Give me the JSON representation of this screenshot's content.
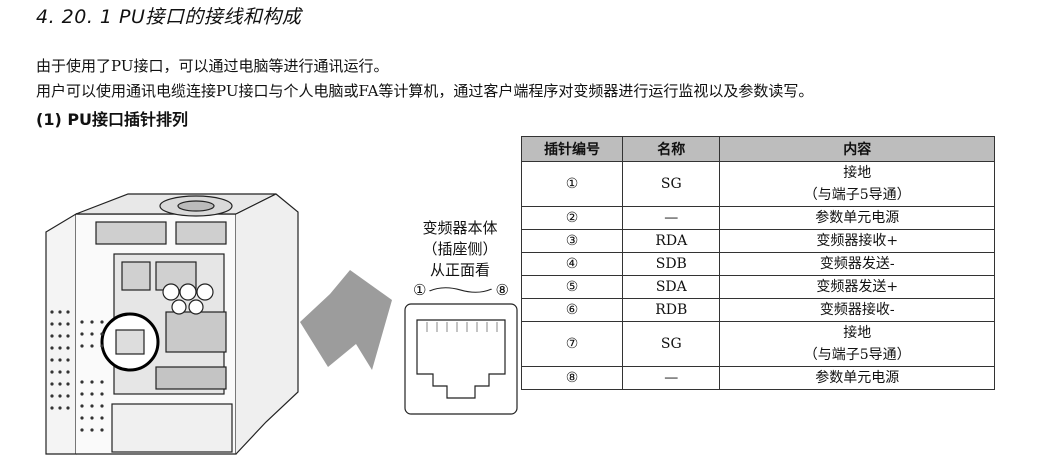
{
  "section": {
    "title": "4. 20. 1  PU接口的接线和构成"
  },
  "paragraphs": [
    "由于使用了PU接口，可以通过电脑等进行通讯运行。",
    "用户可以使用通讯电缆连接PU接口与个人电脑或FA等计算机，通过客户端程序对变频器进行运行监视以及参数读写。"
  ],
  "subheading": "(1)  PU接口插针排列",
  "figure": {
    "caption_lines": [
      "变频器本体",
      "（插座侧）",
      "从正面看"
    ],
    "pin_start": "①",
    "pin_end": "⑧"
  },
  "table": {
    "headers": [
      "插针编号",
      "名称",
      "内容"
    ],
    "rows": [
      {
        "num": "①",
        "name": "SG",
        "desc": [
          "接地",
          "（与端子5导通）"
        ]
      },
      {
        "num": "②",
        "name": "—",
        "desc": [
          "参数单元电源"
        ]
      },
      {
        "num": "③",
        "name": "RDA",
        "desc": [
          "变频器接收+"
        ]
      },
      {
        "num": "④",
        "name": "SDB",
        "desc": [
          "变频器发送-"
        ]
      },
      {
        "num": "⑤",
        "name": "SDA",
        "desc": [
          "变频器发送+"
        ]
      },
      {
        "num": "⑥",
        "name": "RDB",
        "desc": [
          "变频器接收-"
        ]
      },
      {
        "num": "⑦",
        "name": "SG",
        "desc": [
          "接地",
          "（与端子5导通）"
        ]
      },
      {
        "num": "⑧",
        "name": "—",
        "desc": [
          "参数单元电源"
        ]
      }
    ]
  }
}
